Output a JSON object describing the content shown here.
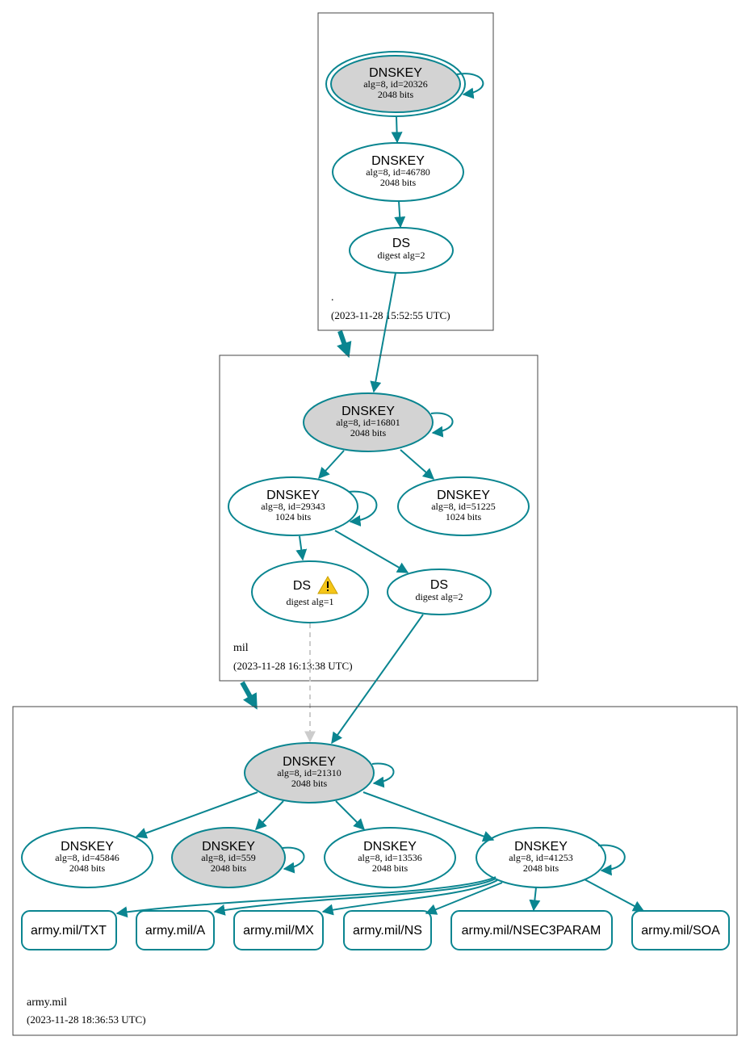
{
  "colors": {
    "edge": "#0a8590",
    "key_fill_sep": "#d3d3d3",
    "key_fill_plain": "#ffffff",
    "dashed_edge": "#cccccc",
    "warning": "#f5c518"
  },
  "zones": {
    "root": {
      "name": ".",
      "timestamp": "(2023-11-28 15:52:55 UTC)",
      "nodes": {
        "ksk": {
          "title": "DNSKEY",
          "detail1": "alg=8, id=20326",
          "detail2": "2048 bits"
        },
        "zsk": {
          "title": "DNSKEY",
          "detail1": "alg=8, id=46780",
          "detail2": "2048 bits"
        },
        "ds": {
          "title": "DS",
          "detail1": "digest alg=2"
        }
      }
    },
    "mil": {
      "name": "mil",
      "timestamp": "(2023-11-28 16:13:38 UTC)",
      "nodes": {
        "ksk": {
          "title": "DNSKEY",
          "detail1": "alg=8, id=16801",
          "detail2": "2048 bits"
        },
        "zsk1": {
          "title": "DNSKEY",
          "detail1": "alg=8, id=29343",
          "detail2": "1024 bits"
        },
        "zsk2": {
          "title": "DNSKEY",
          "detail1": "alg=8, id=51225",
          "detail2": "1024 bits"
        },
        "ds1": {
          "title": "DS",
          "detail1": "digest alg=1",
          "warning_icon": "warning-triangle-icon"
        },
        "ds2": {
          "title": "DS",
          "detail1": "digest alg=2"
        }
      }
    },
    "army": {
      "name": "army.mil",
      "timestamp": "(2023-11-28 18:36:53 UTC)",
      "nodes": {
        "ksk": {
          "title": "DNSKEY",
          "detail1": "alg=8, id=21310",
          "detail2": "2048 bits"
        },
        "k45846": {
          "title": "DNSKEY",
          "detail1": "alg=8, id=45846",
          "detail2": "2048 bits"
        },
        "k559": {
          "title": "DNSKEY",
          "detail1": "alg=8, id=559",
          "detail2": "2048 bits"
        },
        "k13536": {
          "title": "DNSKEY",
          "detail1": "alg=8, id=13536",
          "detail2": "2048 bits"
        },
        "k41253": {
          "title": "DNSKEY",
          "detail1": "alg=8, id=41253",
          "detail2": "2048 bits"
        }
      },
      "rrsets": [
        "army.mil/TXT",
        "army.mil/A",
        "army.mil/MX",
        "army.mil/NS",
        "army.mil/NSEC3PARAM",
        "army.mil/SOA"
      ]
    }
  }
}
